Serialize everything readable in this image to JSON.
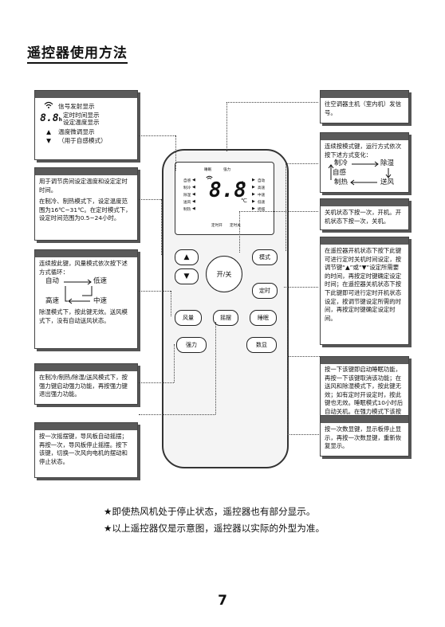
{
  "page_title": "遥控器使用方法",
  "legend": {
    "signal": "信号发射显示",
    "timer_line1": "定时时间显示",
    "timer_line2": "设定温度显示",
    "fine_tune": "温度微调显示",
    "auto_mode": "（用于自感模式）",
    "lcd_digits": "8.8",
    "lcd_h": "h",
    "lcd_c": "℃"
  },
  "boxes": {
    "temp_timer": [
      "用于调节房间设定温度和设定定时时间。",
      "在制冷、制热模式下，设定温度范围为16℃~31℃。在定时模式下，设定时间范围为0.5~24小时。"
    ],
    "fan_intro": "连续按此键，风量模式依次按下述方式循环：",
    "fan_cycle": {
      "auto": "自动",
      "low": "低速",
      "high": "高速",
      "mid": "中速"
    },
    "fan_note": "除湿模式下，按此键无效。送风模式下，没有自动送风状态。",
    "turbo": "在制冷/制热/除湿/送风模式下，按强力键启动强力功能，再按强力键退出强力功能。",
    "swing": "按一次摇摆键，导风板自动摇摆；再按一次，导风板停止摇摆。按下该键，切换一次风向电机的摆动和停止状态。",
    "transmit": "往空调器主机（室内机）发信号。",
    "mode_intro": "连续按模式键，运行方式依次按下述方式变化：",
    "mode_cycle": {
      "cool": "制冷",
      "dry": "除湿",
      "auto": "自感",
      "heat": "制热",
      "fan": "送风"
    },
    "power": "关机状态下按一次，开机。开机状态下按一次，关机。",
    "timer": "在遥控器开机状态下按下此键可进行定时关机时间设定，按调节键“▲”或“▼”设定所需要的时间，再按定时键确定设定时间；在遥控器关机状态下按下此键即可进行定时开机状态设定，按调节键设定所需的时间，再按定时键确定设定时间。",
    "sleep": "按一下该键即启动睡眠功能，再按一下该键取消该功能；在送风和除湿模式下，按此键无效；如有定时开设定时，按此键也无效。睡眠模式10小时后自动关机。在强力模式下该按键无效。",
    "display": "按一次数显键，显示板停止显示，再按一次数显键，重新恢复显示。"
  },
  "remote": {
    "screen_top": [
      "睡眠",
      "强力"
    ],
    "screen_left": [
      "自感",
      "制冷",
      "除湿",
      "送风",
      "制热"
    ],
    "screen_right": [
      "自动",
      "高速",
      "中速",
      "低速",
      "摇摆"
    ],
    "screen_bottom": [
      "定时开",
      "定时关"
    ],
    "buttons": {
      "up": "▲",
      "down": "▼",
      "mode": "模式",
      "power": "开/关",
      "timer": "定时",
      "fan": "风量",
      "swing": "摇摆",
      "sleep": "睡眠",
      "turbo": "强力",
      "display": "数显"
    }
  },
  "notes": [
    "★即使热风机处于停止状态，遥控器也有部分显示。",
    "★以上遥控器仅是示意图，遥控器以实际的外型为准。"
  ],
  "page_number": "7",
  "icons": [
    "signal-icon",
    "up-triangle-icon",
    "down-triangle-icon",
    "arrow-icon"
  ]
}
